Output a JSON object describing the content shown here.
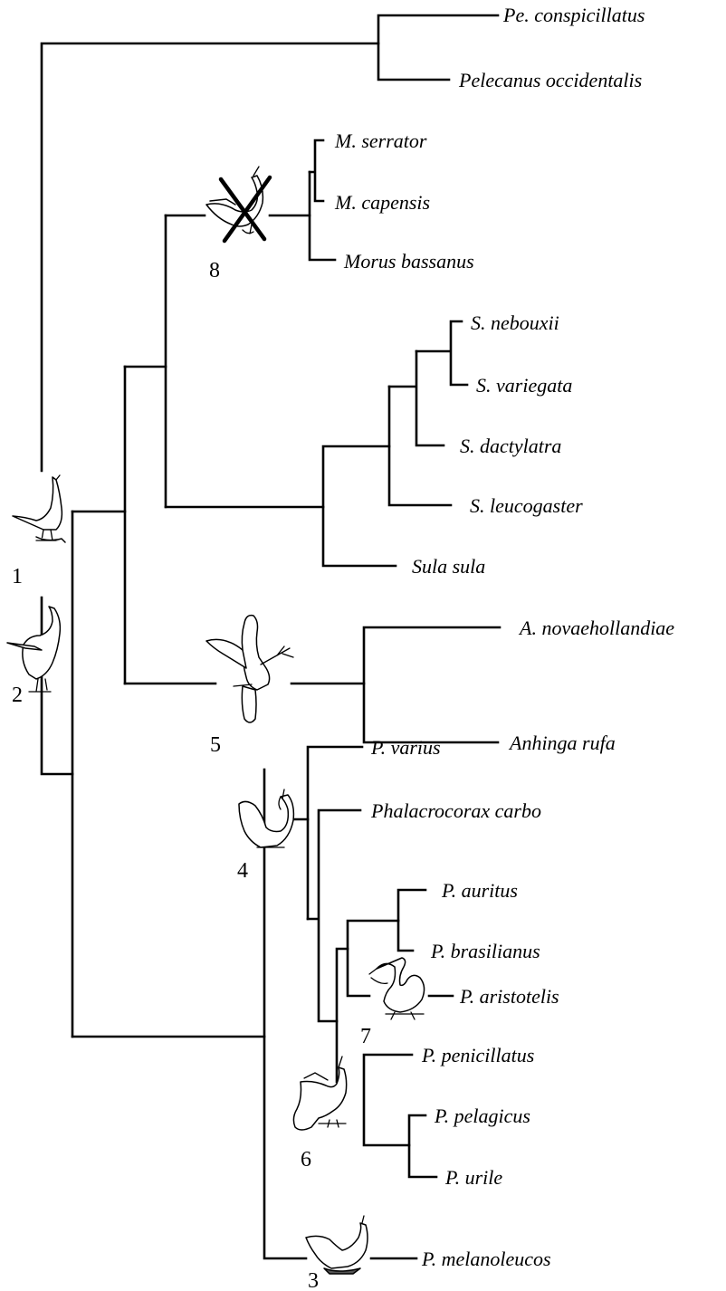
{
  "taxa": {
    "pe_conspicillatus": "Pe. conspicillatus",
    "pelecanus_occidentalis": "Pelecanus occidentalis",
    "m_serrator": "M. serrator",
    "m_capensis": "M. capensis",
    "morus_bassanus": "Morus bassanus",
    "s_nebouxii": "S. nebouxii",
    "s_variegata": "S. variegata",
    "s_dactylatra": "S. dactylatra",
    "s_leucogaster": "S. leucogaster",
    "sula_sula": "Sula sula",
    "a_novaehollandiae": "A. novaehollandiae",
    "anhinga_rufa": "Anhinga rufa",
    "p_varius": "P. varius",
    "phalacrocorax_carbo": "Phalacrocorax carbo",
    "p_auritus": "P. auritus",
    "p_brasilianus": "P. brasilianus",
    "p_aristotelis": "P. aristotelis",
    "p_penicillatus": "P. penicillatus",
    "p_pelagicus": "P. pelagicus",
    "p_urile": "P. urile",
    "p_melanoleucos": "P. melanoleucos"
  },
  "nodes": {
    "n1": "1",
    "n2": "2",
    "n3": "3",
    "n4": "4",
    "n5": "5",
    "n6": "6",
    "n7": "7",
    "n8": "8"
  },
  "icons": [
    "pointing-bird-icon",
    "sky-pointing-bird-icon",
    "wing-waving-bird-icon",
    "crossed-out-bird-icon"
  ]
}
